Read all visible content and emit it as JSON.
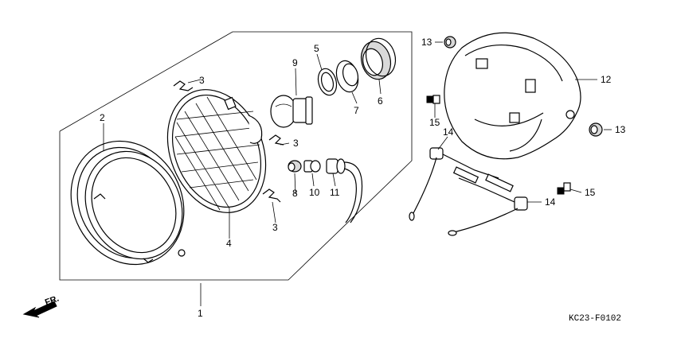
{
  "diagram": {
    "drawing_code": "KC23-F0102",
    "front_marker": "FR.",
    "callouts": {
      "p1": "1",
      "p2": "2",
      "p3a": "3",
      "p3b": "3",
      "p3c": "3",
      "p4": "4",
      "p5": "5",
      "p6": "6",
      "p7": "7",
      "p8": "8",
      "p9": "9",
      "p10": "10",
      "p11": "11",
      "p12": "12",
      "p13a": "13",
      "p13b": "13",
      "p14a": "14",
      "p14b": "14",
      "p15a": "15",
      "p15b": "15"
    }
  }
}
